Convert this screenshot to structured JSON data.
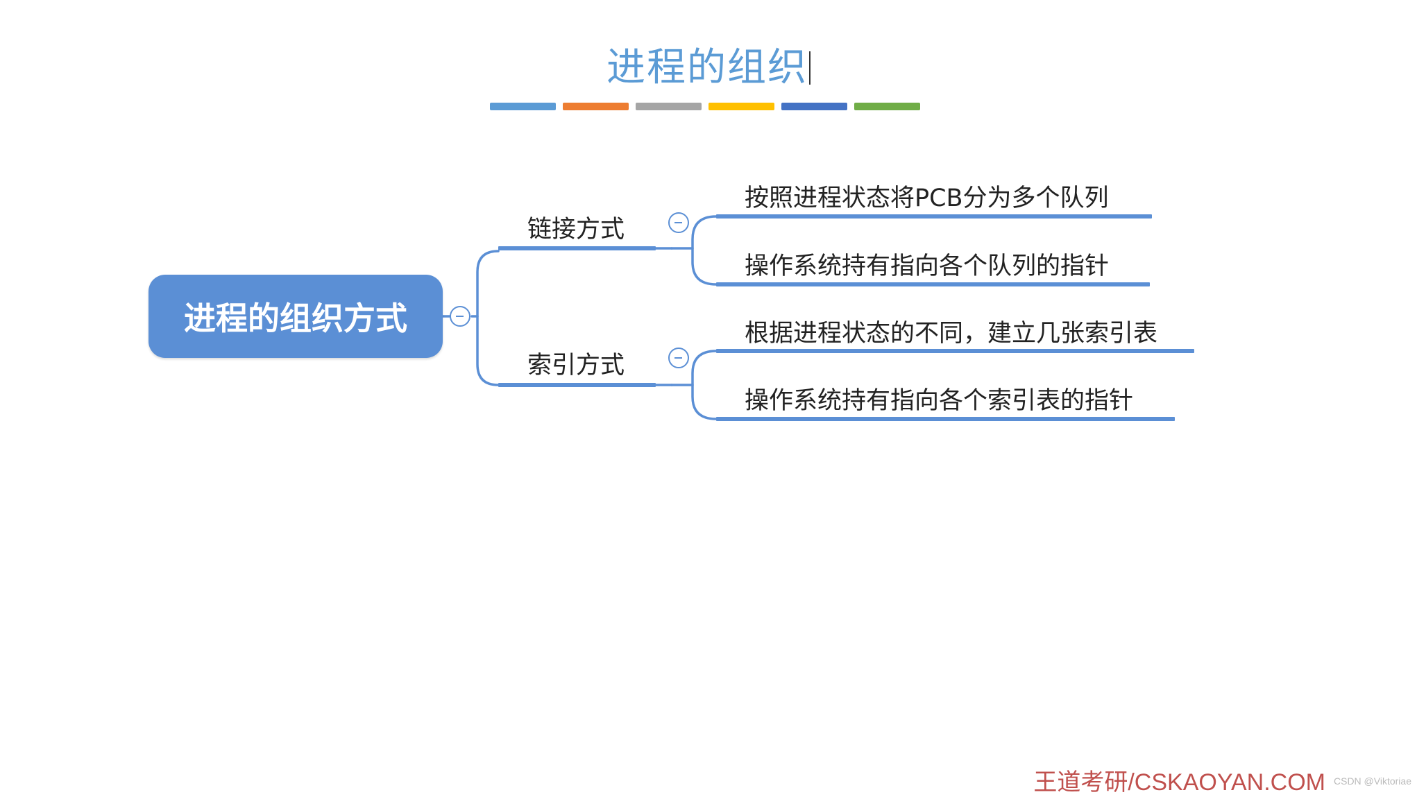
{
  "title": "进程的组织",
  "colors": {
    "accent": "#5b8fd5",
    "title": "#5b9bd5",
    "footer": "#c0504d",
    "decor_bars": [
      "#5b9bd5",
      "#ed7d31",
      "#a5a5a5",
      "#ffc000",
      "#4472c4",
      "#70ad47"
    ]
  },
  "mindmap": {
    "root": "进程的组织方式",
    "branches": [
      {
        "label": "链接方式",
        "children": [
          "按照进程状态将PCB分为多个队列",
          "操作系统持有指向各个队列的指针"
        ]
      },
      {
        "label": "索引方式",
        "children": [
          "根据进程状态的不同，建立几张索引表",
          "操作系统持有指向各个索引表的指针"
        ]
      }
    ],
    "collapse_icon": "minus-circle-icon"
  },
  "footer": "王道考研/CSKAOYAN.COM",
  "watermark": "CSDN @Viktoriae"
}
